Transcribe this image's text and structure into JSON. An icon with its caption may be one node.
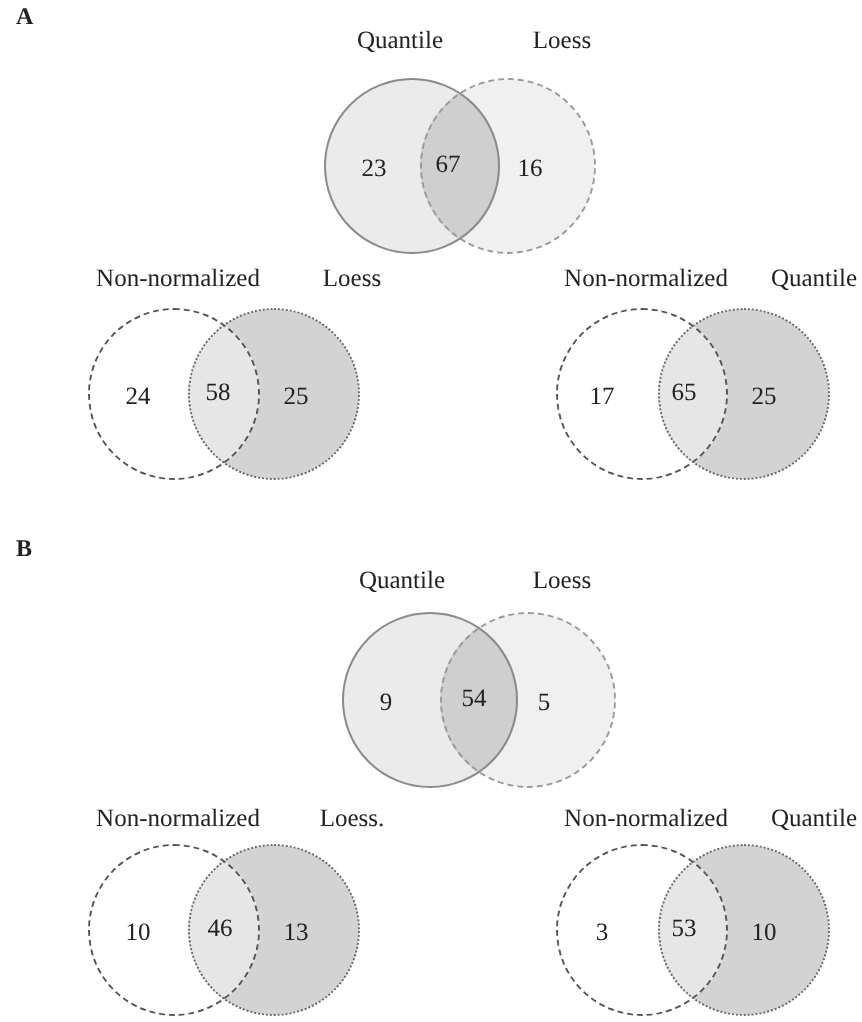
{
  "diagram": {
    "nodes": [
      {
        "text": [
          "Quantile",
          "23"
        ]
      },
      {
        "text": [
          "Loess",
          "16"
        ]
      },
      {
        "text": [
          "Non-normalized",
          "24"
        ]
      },
      {
        "text": [
          "Loess",
          "25"
        ]
      },
      {
        "text": [
          "Non-normalized",
          "17"
        ]
      },
      {
        "text": [
          "Quantile",
          "25"
        ]
      },
      {
        "text": [
          "Quantile",
          "9"
        ]
      },
      {
        "text": [
          "Loess",
          "5"
        ]
      },
      {
        "text": [
          "Non-normalized",
          "10"
        ]
      },
      {
        "text": [
          "Loess.",
          "13"
        ]
      },
      {
        "text": [
          "Non-normalized",
          "3"
        ]
      },
      {
        "text": [
          "Quantile",
          "10"
        ]
      }
    ],
    "labels": [
      "A",
      "67",
      "58",
      "65",
      "B",
      "54",
      "46",
      "53"
    ]
  }
}
